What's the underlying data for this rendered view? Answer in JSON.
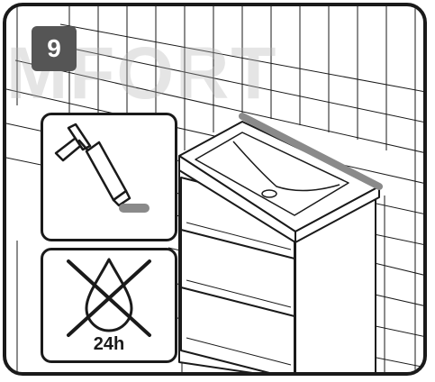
{
  "step": {
    "number": "9"
  },
  "watermark": {
    "text": "MFORT"
  },
  "insets": {
    "sealant_icon": "caulk-gun-applying-sealant",
    "water_icon": "no-water-drop",
    "wait_time": "24h"
  },
  "colors": {
    "badge_bg": "#555555",
    "outline": "#1a1a1a",
    "sealant_gray": "#8a8a8a",
    "watermark": "#b4b4b4"
  }
}
